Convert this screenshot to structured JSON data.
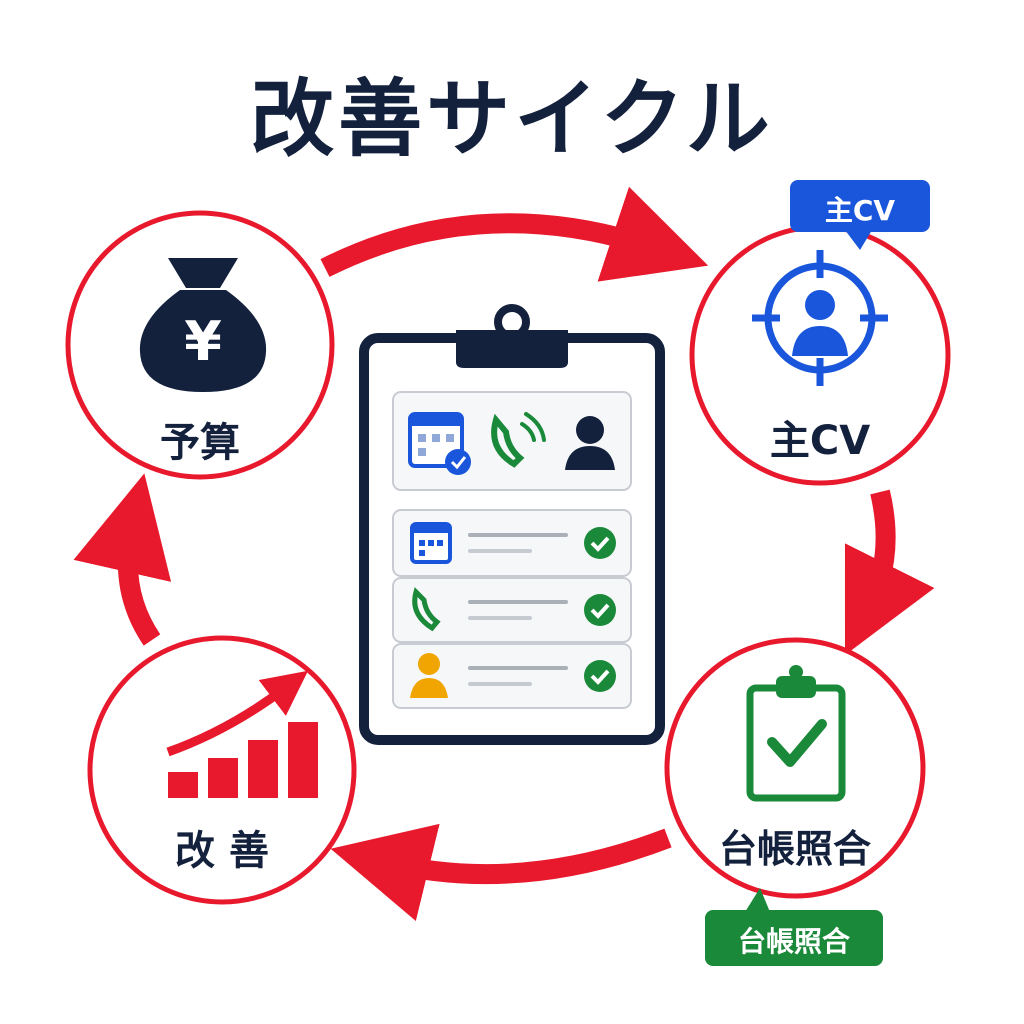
{
  "title": "改善サイクル",
  "nodes": {
    "budget": {
      "label": "予算",
      "icon": "money-bag-yen-icon",
      "glyph": "¥"
    },
    "main_cv": {
      "label": "主CV",
      "icon": "target-person-icon"
    },
    "ledger": {
      "label": "台帳照合",
      "icon": "clipboard-check-icon"
    },
    "improve": {
      "label": "改 善",
      "icon": "rising-bar-chart-icon"
    }
  },
  "bubbles": {
    "main_cv": "主CV",
    "ledger": "台帳照合"
  },
  "colors": {
    "red": "#e8192c",
    "navy": "#14213d",
    "blue": "#1a56db",
    "green": "#1a8a3a",
    "gold": "#f0a500"
  }
}
